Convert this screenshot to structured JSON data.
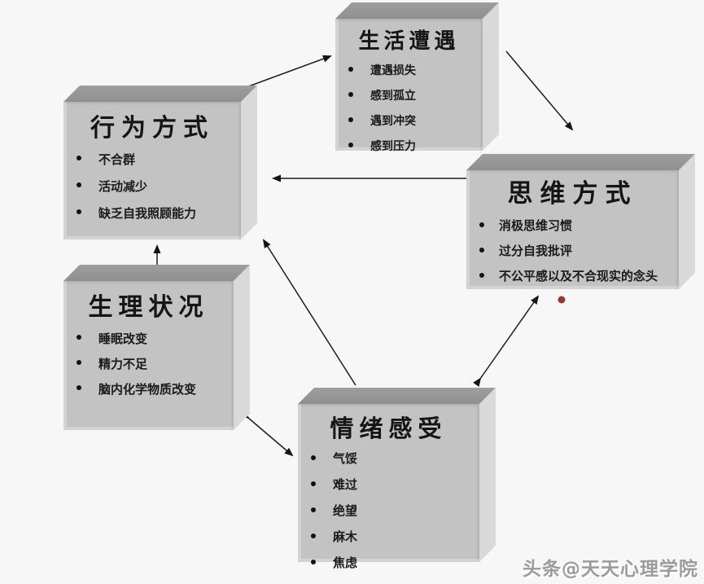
{
  "page": {
    "watermark": "头条@天天心理学院"
  },
  "colors": {
    "bg": "#f7f7f7",
    "face": "#c3c3c3",
    "top": "#8f8f8f",
    "side": "#d9d9d9",
    "arrow": "#1c1c1c",
    "dot": "#9c3636"
  },
  "boxes": [
    {
      "id": "life-events",
      "title": "生活遭遇",
      "bullets": [
        "遭遇损失",
        "感到孤立",
        "遇到冲突",
        "感到压力"
      ]
    },
    {
      "id": "behavior",
      "title": "行为方式",
      "bullets": [
        "不合群",
        "活动减少",
        "缺乏自我照顾能力"
      ]
    },
    {
      "id": "thinking",
      "title": "思维方式",
      "bullets": [
        "消极思维习惯",
        "过分自我批评",
        "不公平感以及不合现实的念头"
      ]
    },
    {
      "id": "physiology",
      "title": "生理状况",
      "bullets": [
        "睡眠改变",
        "精力不足",
        "脑内化学物质改变"
      ]
    },
    {
      "id": "emotions",
      "title": "情绪感受",
      "bullets": [
        "气馁",
        "难过",
        "绝望",
        "麻木",
        "焦虑"
      ]
    }
  ],
  "connections": [
    {
      "from": "behavior",
      "to": "life-events",
      "bidirectional": false
    },
    {
      "from": "life-events",
      "to": "thinking",
      "bidirectional": false
    },
    {
      "from": "thinking",
      "to": "behavior",
      "bidirectional": false
    },
    {
      "from": "emotions",
      "to": "behavior",
      "bidirectional": false
    },
    {
      "from": "emotions",
      "to": "thinking",
      "bidirectional": true
    },
    {
      "from": "physiology",
      "to": "behavior",
      "bidirectional": false
    },
    {
      "from": "physiology",
      "to": "emotions",
      "bidirectional": true
    }
  ]
}
